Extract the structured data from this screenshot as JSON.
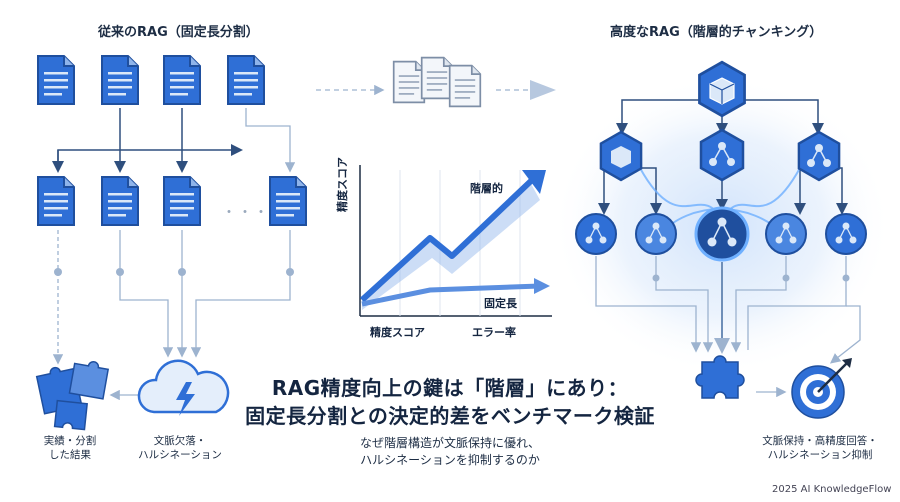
{
  "left_header": "従来のRAG（固定長分割）",
  "right_header": "高度なRAG（階層的チャンキング）",
  "chart": {
    "y_label": "精度スコア",
    "x_label_left": "精度スコア",
    "x_label_right": "エラー率",
    "series_top": "階層的",
    "series_bottom": "固定長"
  },
  "ellipsis": "・・・",
  "title_line1": "RAG精度向上の鍵は「階層」にあり：",
  "title_line2": "固定長分割との決定的差をベンチマーク検証",
  "subtitle_line1": "なぜ階層構造が文脈保持に優れ、",
  "subtitle_line2": "ハルシネーションを抑制するのか",
  "puzzle_caption_1": "実績・分割",
  "puzzle_caption_2": "した結果",
  "cloud_caption_1": "文脈欠落・",
  "cloud_caption_2": "ハルシネーション",
  "target_caption_1": "文脈保持・高精度回答・",
  "target_caption_2": "ハルシネーション抑制",
  "copyright": "2025 AI KnowledgeFlow",
  "colors": {
    "primary": "#2f6fd6",
    "dark": "#1f4f9e",
    "light": "#dbe8f8",
    "line": "#9db3cf"
  }
}
